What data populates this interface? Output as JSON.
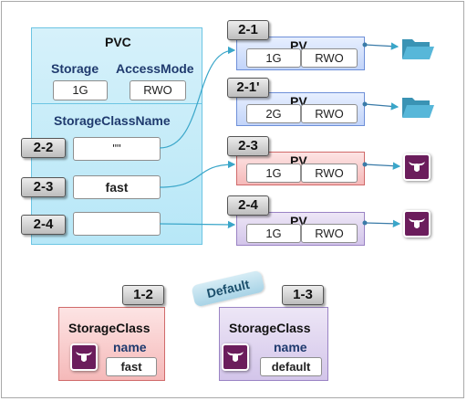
{
  "pvc": {
    "title": "PVC",
    "storage_label": "Storage",
    "access_mode_label": "AccessMode",
    "storage_value": "1G",
    "access_mode_value": "RWO",
    "storage_class_name_label": "StorageClassName",
    "rows": [
      {
        "tag": "2-2",
        "value": "\"\""
      },
      {
        "tag": "2-3",
        "value": "fast"
      },
      {
        "tag": "2-4",
        "value": ""
      }
    ]
  },
  "pvs": [
    {
      "tag": "2-1",
      "title": "PV",
      "size": "1G",
      "mode": "RWO",
      "color": "#c2d4f9",
      "target": "folder-icon"
    },
    {
      "tag": "2-1'",
      "title": "PV",
      "size": "2G",
      "mode": "RWO",
      "color": "#c2d4f9",
      "target": "folder-icon"
    },
    {
      "tag": "2-3",
      "title": "PV",
      "size": "1G",
      "mode": "RWO",
      "color": "#f5b9b9",
      "target": "storage-provider-logo-icon"
    },
    {
      "tag": "2-4",
      "title": "PV",
      "size": "1G",
      "mode": "RWO",
      "color": "#d3c5ea",
      "target": "storage-provider-logo-icon"
    }
  ],
  "storage_classes": [
    {
      "tag": "1-2",
      "title": "StorageClass",
      "name_label": "name",
      "name_value": "fast",
      "color": "#f5b9b9"
    },
    {
      "tag": "1-3",
      "title": "StorageClass",
      "name_label": "name",
      "name_value": "default",
      "color": "#d3c5ea",
      "badge": "Default"
    }
  ],
  "colors": {
    "pvc_fill": "#b7e7f7",
    "connector": "#3aa6c9",
    "folder": "#4aaed0",
    "logo": "#6b1d5c"
  }
}
